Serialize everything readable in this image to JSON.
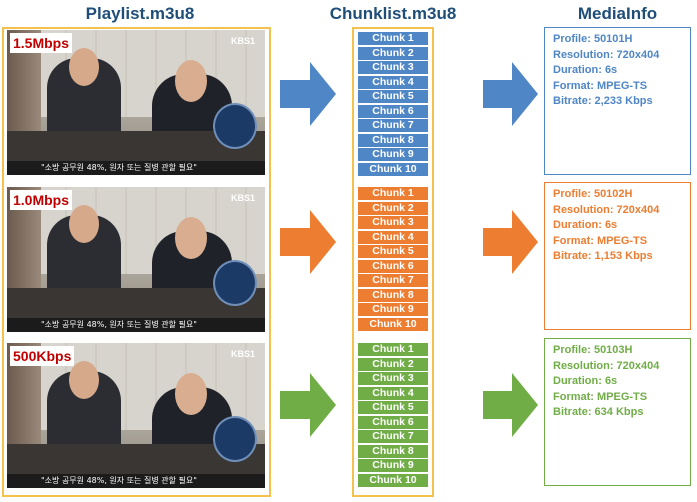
{
  "titles": {
    "playlist": "Playlist.m3u8",
    "chunklist": "Chunklist.m3u8",
    "mediainfo": "MediaInfo"
  },
  "colors": {
    "title": "#1f4e79",
    "panel_border": "#f2c14e",
    "badge_text": "#c00000"
  },
  "streams": [
    {
      "bitrate_badge": "1.5Mbps",
      "channel_logo": "KBS1",
      "caption": "\"소방 공무원 48%, 원자 또는 질병 관할 필요\"",
      "color": "#4f86c6",
      "chunks": [
        "Chunk 1",
        "Chunk 2",
        "Chunk 3",
        "Chunk 4",
        "Chunk 5",
        "Chunk 6",
        "Chunk 7",
        "Chunk 8",
        "Chunk 9",
        "Chunk 10"
      ],
      "info": {
        "profile": "Profile: 50101H",
        "resolution": "Resolution: 720x404",
        "duration": "Duration: 6s",
        "format": "Format: MPEG-TS",
        "bitrate": "Bitrate: 2,233 Kbps"
      }
    },
    {
      "bitrate_badge": "1.0Mbps",
      "channel_logo": "KBS1",
      "caption": "\"소방 공무원 48%, 원자 또는 질병 관할 필요\"",
      "color": "#ed7d31",
      "chunks": [
        "Chunk 1",
        "Chunk 2",
        "Chunk 3",
        "Chunk 4",
        "Chunk 5",
        "Chunk 6",
        "Chunk 7",
        "Chunk 8",
        "Chunk 9",
        "Chunk 10"
      ],
      "info": {
        "profile": "Profile: 50102H",
        "resolution": "Resolution: 720x404",
        "duration": "Duration: 6s",
        "format": "Format: MPEG-TS",
        "bitrate": "Bitrate: 1,153 Kbps"
      }
    },
    {
      "bitrate_badge": "500Kbps",
      "channel_logo": "KBS1",
      "caption": "\"소방 공무원 48%, 원자 또는 질병 관할 필요\"",
      "color": "#70ad47",
      "chunks": [
        "Chunk 1",
        "Chunk 2",
        "Chunk 3",
        "Chunk 4",
        "Chunk 5",
        "Chunk 6",
        "Chunk 7",
        "Chunk 8",
        "Chunk 9",
        "Chunk 10"
      ],
      "info": {
        "profile": "Profile: 50103H",
        "resolution": "Resolution: 720x404",
        "duration": "Duration: 6s",
        "format": "Format: MPEG-TS",
        "bitrate": "Bitrate: 634 Kbps"
      }
    }
  ]
}
